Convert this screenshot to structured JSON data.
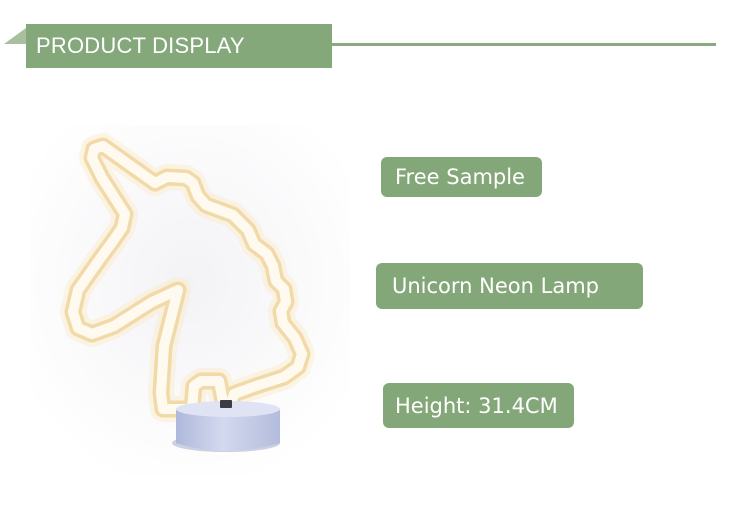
{
  "header": {
    "title": "PRODUCT DISPLAY"
  },
  "product": {
    "icon": "unicorn-neon-lamp-image"
  },
  "tags": [
    {
      "label": "Free Sample"
    },
    {
      "label": "Unicorn Neon Lamp"
    },
    {
      "label": "Height: 31.4CM"
    }
  ],
  "colors": {
    "accent_green": "#85a87a",
    "neon_glow": "#fff4d6",
    "base_blue": "#c3cbe6"
  }
}
